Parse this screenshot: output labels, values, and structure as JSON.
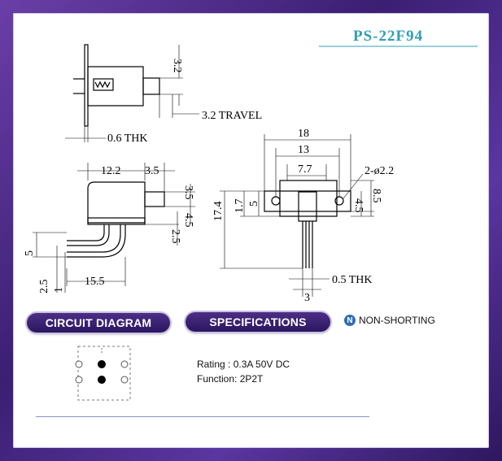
{
  "title": "PS-22F94",
  "dims": {
    "d32_top": "3.2",
    "d32_travel": "3.2 TRAVEL",
    "d06_thk": "0.6 THK",
    "d122": "12.2",
    "d35": "3.5",
    "d35_side": "3.5",
    "d45_left": "4.5",
    "d25_left": "2.5",
    "d5_left": "5",
    "d25_bottom": "2.5",
    "d1": "1",
    "d155": "15.5",
    "d18": "18",
    "d13": "13",
    "d77": "7.7",
    "d2phi": "2-ø2.2",
    "d174": "17.4",
    "d17": "1.7",
    "d5_mid": "5",
    "d45_right": "4.5",
    "d85": "8.5",
    "d05_thk": "0.5 THK",
    "d3": "3"
  },
  "sections": {
    "circuit": "CIRCUIT DIAGRAM",
    "specifications": "SPECIFICATIONS",
    "non_shorting": "NON-SHORTING",
    "non_shorting_icon": "N"
  },
  "specs": {
    "rating": "Rating : 0.3A 50V DC",
    "function": "Function: 2P2T"
  },
  "colors": {
    "title": "#2f9fb7",
    "frame": "#4a2a8a"
  }
}
